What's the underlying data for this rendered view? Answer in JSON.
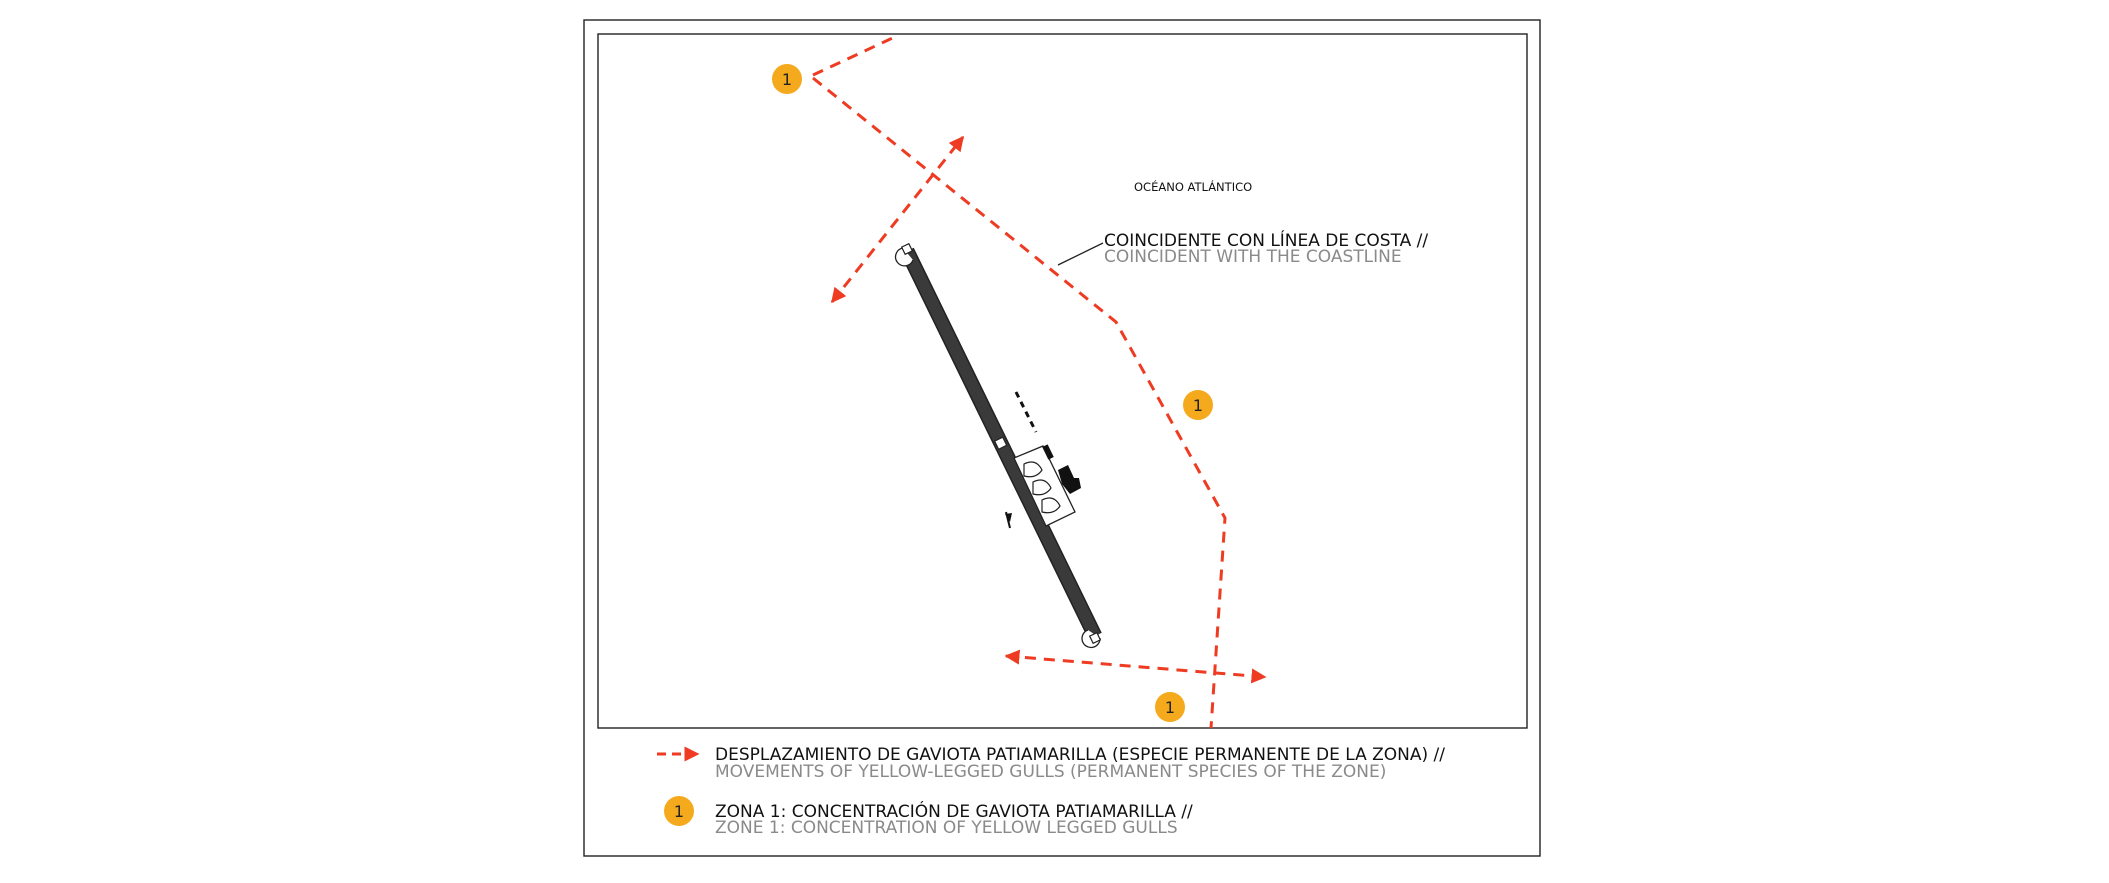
{
  "map": {
    "ocean_label": "OCÉANO ATLÁNTICO",
    "coast_label_es": "COINCIDENTE CON LÍNEA DE COSTA //",
    "coast_label_en": "COINCIDENT WITH THE COASTLINE",
    "zone_badges": [
      "1",
      "1",
      "1"
    ]
  },
  "legend": {
    "movement_es": "DESPLAZAMIENTO DE GAVIOTA PATIAMARILLA (ESPECIE PERMANENTE DE LA ZONA) //",
    "movement_en": "MOVEMENTS OF YELLOW-LEGGED GULLS (PERMANENT SPECIES OF THE ZONE)",
    "zone_badge": "1",
    "zone_es": "ZONA 1: CONCENTRACIÓN DE GAVIOTA PATIAMARILLA //",
    "zone_en": "ZONE 1: CONCENTRATION OF YELLOW LEGGED GULLS"
  },
  "colors": {
    "movement": "#ee3b22",
    "zone_badge": "#f5a91c",
    "runway": "#3a3a3a"
  }
}
